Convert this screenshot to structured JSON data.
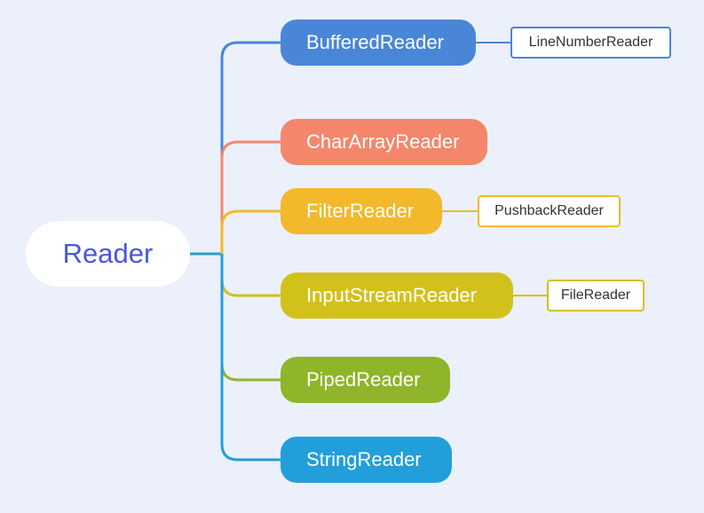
{
  "root": {
    "label": "Reader"
  },
  "children": [
    {
      "label": "BufferedReader",
      "color": "#4a86d8",
      "leaf": {
        "label": "LineNumberReader"
      }
    },
    {
      "label": "CharArrayReader",
      "color": "#f4876b"
    },
    {
      "label": "FilterReader",
      "color": "#f3b82c",
      "leaf": {
        "label": "PushbackReader"
      }
    },
    {
      "label": "InputStreamReader",
      "color": "#d3c11b",
      "leaf": {
        "label": "FileReader"
      }
    },
    {
      "label": "PipedReader",
      "color": "#8fb52a"
    },
    {
      "label": "StringReader",
      "color": "#229fdb"
    }
  ],
  "trunk_color": "#2a9fc9"
}
